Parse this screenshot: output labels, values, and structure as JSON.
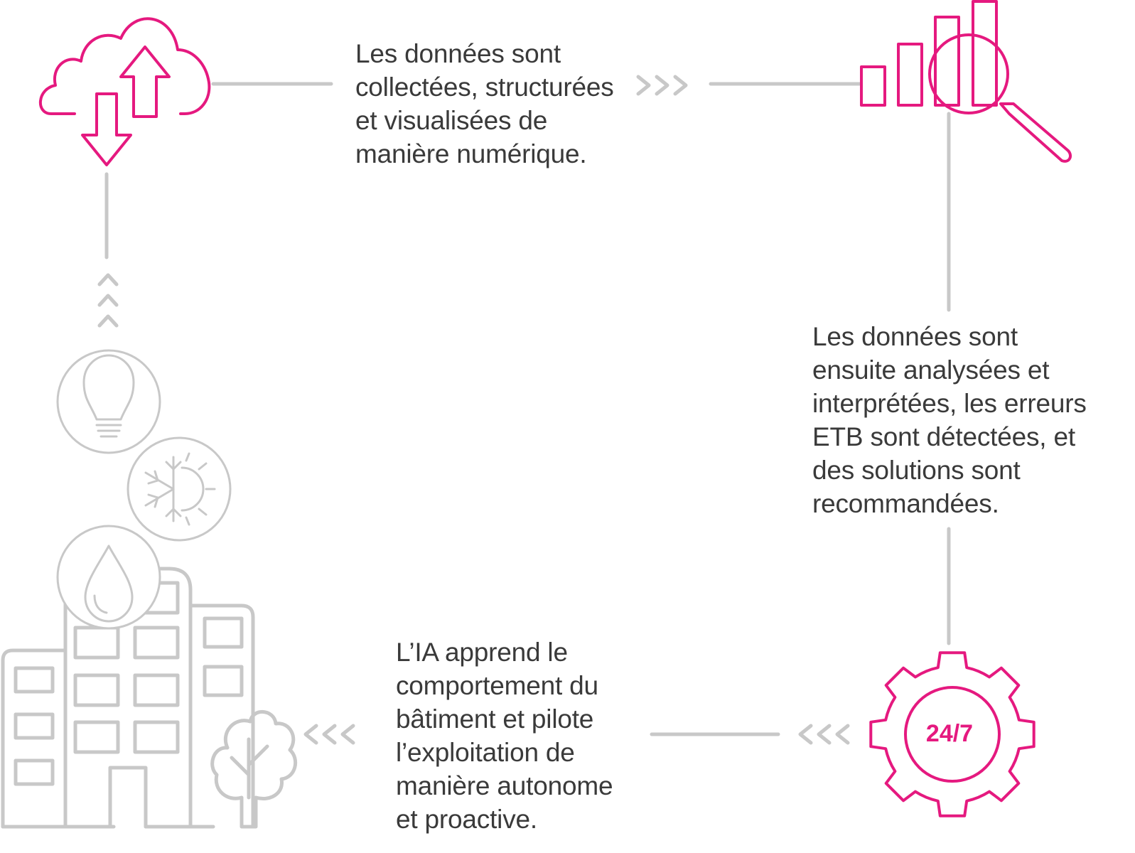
{
  "steps": [
    {
      "lines": [
        "Les données sont",
        "collectées, structurées",
        "et visualisées de",
        "manière numérique."
      ]
    },
    {
      "lines": [
        "Les données sont",
        "ensuite analysées et",
        "interprétées, les erreurs",
        "ETB sont détectées, et",
        "des solutions sont",
        "recommandées."
      ]
    },
    {
      "lines": [
        "L’IA apprend le",
        "comportement du",
        "bâtiment et pilote",
        "l’exploitation de",
        "manière autonome",
        "et proactive."
      ]
    }
  ],
  "gear_label": "24/7",
  "colors": {
    "accent": "#e5197f",
    "line": "#c8c8c8",
    "text": "#3a3a3a"
  },
  "icons": [
    "cloud-upload-download-icon",
    "bar-chart-magnifier-icon",
    "gear-24-7-icon",
    "building-icon",
    "tree-icon",
    "lightbulb-icon",
    "snowflake-sun-icon",
    "water-drop-icon"
  ]
}
